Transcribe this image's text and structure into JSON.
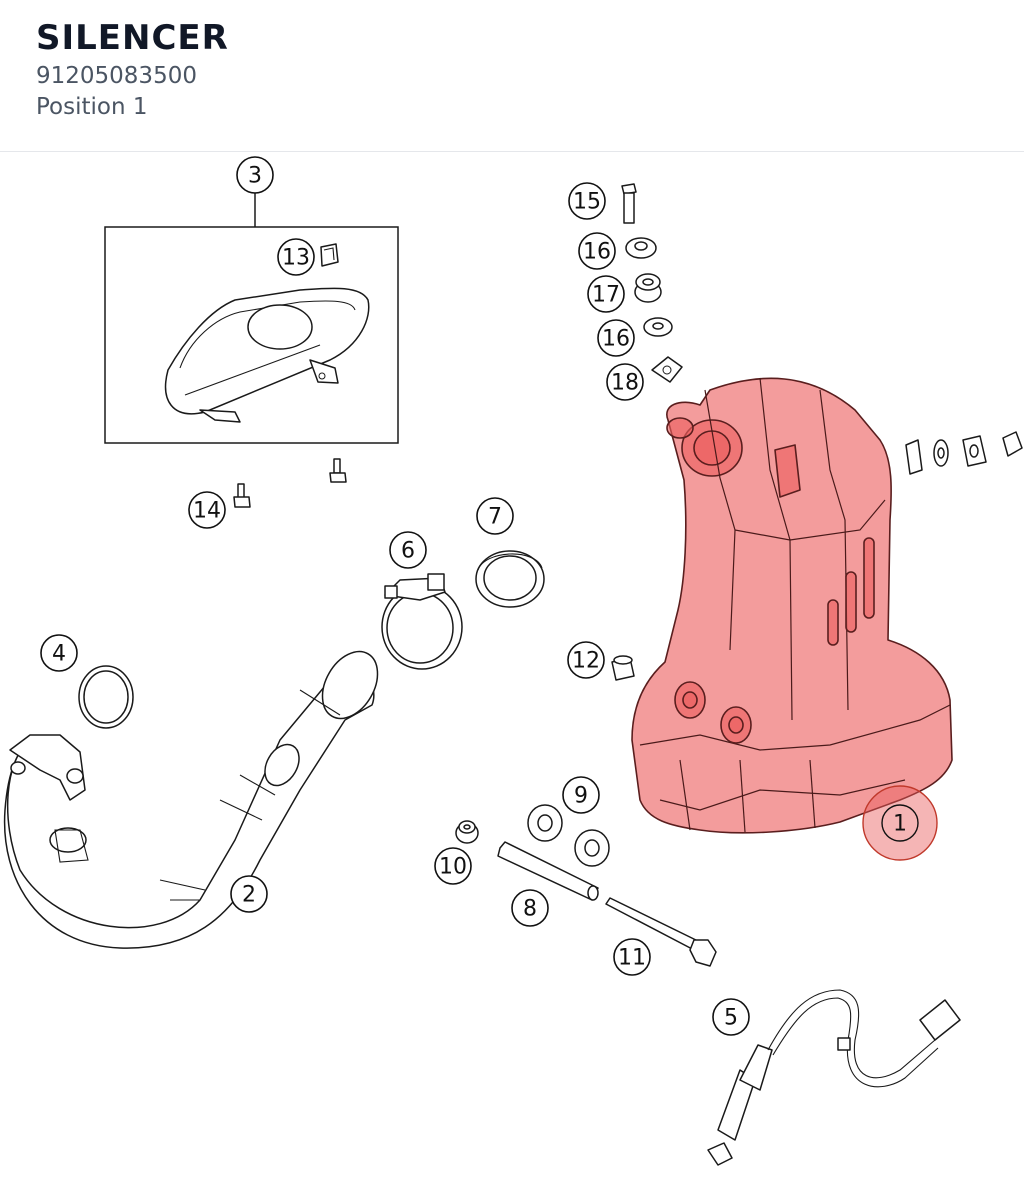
{
  "header": {
    "title": "SILENCER",
    "part_number": "91205083500",
    "position": "Position 1"
  },
  "colors": {
    "highlight": "#e86a6a",
    "title": "#111827",
    "subtitle": "#4b5563"
  },
  "callouts": {
    "c1": "1",
    "c2": "2",
    "c3": "3",
    "c4": "4",
    "c5": "5",
    "c6": "6",
    "c7": "7",
    "c8": "8",
    "c9": "9",
    "c10": "10",
    "c11": "11",
    "c12": "12",
    "c13": "13",
    "c14": "14",
    "c15": "15",
    "c16a": "16",
    "c16b": "16",
    "c17": "17",
    "c18": "18"
  },
  "selected_position": "1"
}
